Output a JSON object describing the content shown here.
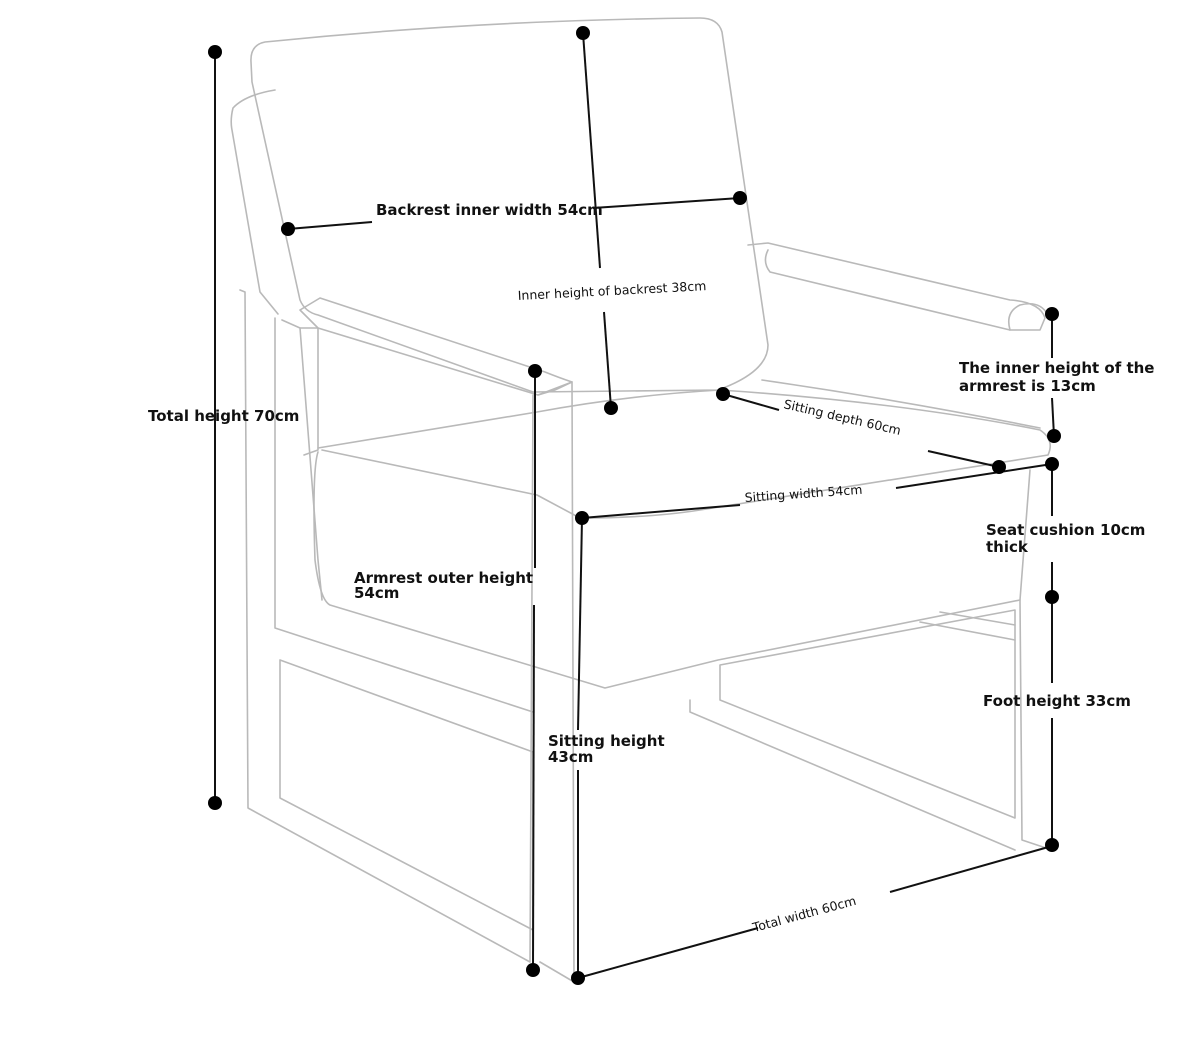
{
  "labels": {
    "total_height": "Total height 70cm",
    "backrest_inner_width": "Backrest inner width 54cm",
    "backrest_inner_height": "Inner height of backrest 38cm",
    "armrest_inner_height_line1": "The inner height of the",
    "armrest_inner_height_line2": "armrest is 13cm",
    "sitting_depth": "Sitting depth 60cm",
    "sitting_width": "Sitting width 54cm",
    "seat_cushion_line1": "Seat cushion 10cm",
    "seat_cushion_line2": "thick",
    "armrest_outer_height_line1": "Armrest outer height",
    "armrest_outer_height_line2": "54cm",
    "foot_height": "Foot height 33cm",
    "sitting_height_line1": "Sitting height",
    "sitting_height_line2": "43cm",
    "total_width": "Total width 60cm"
  },
  "colors": {
    "outline": "#b9b9b9",
    "dimension": "#111111",
    "background": "#ffffff"
  }
}
